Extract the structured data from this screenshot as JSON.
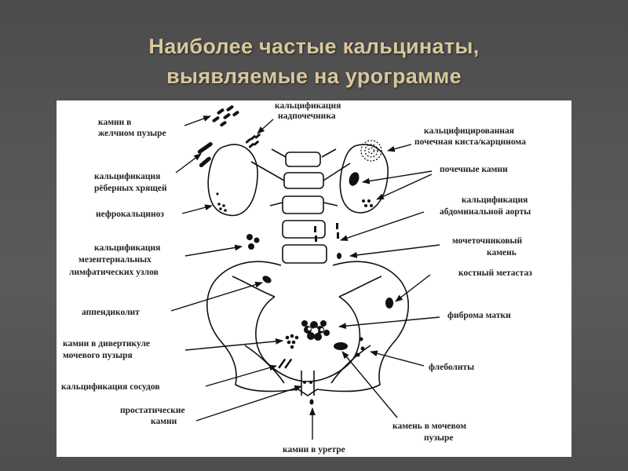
{
  "slide": {
    "title_line1": "Наиболее частые кальцинаты,",
    "title_line2": "выявляемые на урограмме"
  },
  "labels": {
    "gallbladder_l1": "камни в",
    "gallbladder_l2": "желчном пузыре",
    "adrenal_l1": "кальцификация",
    "adrenal_l2": "надпочечника",
    "renal_cyst_l1": "кальцифицированная",
    "renal_cyst_l2": "почечная киста/карцинома",
    "kidney_stones": "почечные камни",
    "costal_l1": "кальцификация",
    "costal_l2": "рёберных хрящей",
    "aorta_l1": "кальцификация",
    "aorta_l2": "абдоминальной аорты",
    "nephrocalcinosis": "нефрокальциноз",
    "ureteral_l1": "мочеточниковый",
    "ureteral_l2": "камень",
    "mesenteric_l1": "кальцификация",
    "mesenteric_l2": "мезентериальных",
    "mesenteric_l3": "лимфатических узлов",
    "bone_metastasis": "костный метастаз",
    "appendicolith": "аппендиколит",
    "fibroid": "фиброма матки",
    "diverticulum_l1": "камни в дивертикуле",
    "diverticulum_l2": "мочевого пузыря",
    "phleboliths": "флеболиты",
    "vessels": "кальцификация сосудов",
    "prostatic_l1": "простатические",
    "prostatic_l2": "камни",
    "bladder_stone_l1": "камень в мочевом",
    "bladder_stone_l2": "пузыре",
    "urethral": "камни в уретре"
  }
}
